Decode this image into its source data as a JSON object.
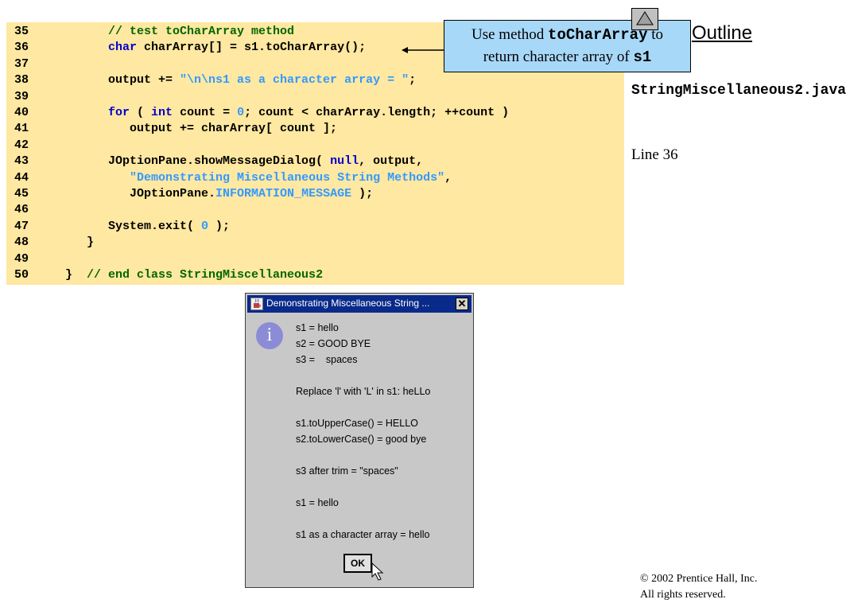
{
  "code": [
    {
      "num": "35",
      "parts": [
        {
          "t": "        "
        },
        {
          "t": "// test toCharArray method",
          "c": "cm"
        }
      ]
    },
    {
      "num": "36",
      "parts": [
        {
          "t": "        "
        },
        {
          "t": "char",
          "c": "kw"
        },
        {
          "t": " charArray[] = s1.toCharArray();"
        }
      ]
    },
    {
      "num": "37",
      "parts": []
    },
    {
      "num": "38",
      "parts": [
        {
          "t": "        output += "
        },
        {
          "t": "\"\\n\\ns1 as a character array = \"",
          "c": "st"
        },
        {
          "t": ";"
        }
      ]
    },
    {
      "num": "39",
      "parts": []
    },
    {
      "num": "40",
      "parts": [
        {
          "t": "        "
        },
        {
          "t": "for",
          "c": "kw"
        },
        {
          "t": " ( "
        },
        {
          "t": "int",
          "c": "kw"
        },
        {
          "t": " count = "
        },
        {
          "t": "0",
          "c": "st"
        },
        {
          "t": "; count < charArray.length; ++count )"
        }
      ]
    },
    {
      "num": "41",
      "parts": [
        {
          "t": "           output += charArray[ count ];"
        }
      ]
    },
    {
      "num": "42",
      "parts": []
    },
    {
      "num": "43",
      "parts": [
        {
          "t": "        JOptionPane.showMessageDialog( "
        },
        {
          "t": "null",
          "c": "kw"
        },
        {
          "t": ", output,"
        }
      ]
    },
    {
      "num": "44",
      "parts": [
        {
          "t": "           "
        },
        {
          "t": "\"Demonstrating Miscellaneous String Methods\"",
          "c": "st"
        },
        {
          "t": ","
        }
      ]
    },
    {
      "num": "45",
      "parts": [
        {
          "t": "           JOptionPane."
        },
        {
          "t": "INFORMATION_MESSAGE",
          "c": "st"
        },
        {
          "t": " );"
        }
      ]
    },
    {
      "num": "46",
      "parts": []
    },
    {
      "num": "47",
      "parts": [
        {
          "t": "        System.exit( "
        },
        {
          "t": "0",
          "c": "st"
        },
        {
          "t": " );"
        }
      ]
    },
    {
      "num": "48",
      "parts": [
        {
          "t": "     }"
        }
      ]
    },
    {
      "num": "49",
      "parts": []
    },
    {
      "num": "50",
      "parts": [
        {
          "t": "  }  "
        },
        {
          "t": "// end class StringMiscellaneous2",
          "c": "cm"
        }
      ]
    }
  ],
  "callout": {
    "prefix": "Use method ",
    "method": "toCharArray",
    "middle": " to",
    "line2": "return character array of ",
    "var": "s1"
  },
  "outline": {
    "label": "Outline",
    "file_name": "StringMiscellaneous2.java",
    "line_ref": "Line 36"
  },
  "copyright": {
    "line1": "© 2002 Prentice Hall, Inc.",
    "line2": "All rights reserved."
  },
  "dialog": {
    "title": "Demonstrating Miscellaneous String ...",
    "close": "✕",
    "info_glyph": "i",
    "lines": [
      "s1 = hello",
      "s2 = GOOD BYE",
      "s3 =    spaces",
      "",
      "Replace 'l' with 'L' in s1: heLLo",
      "",
      "s1.toUpperCase() = HELLO",
      "s2.toLowerCase() = good bye",
      "",
      "s3 after trim = \"spaces\"",
      "",
      "s1 = hello",
      "",
      "s1 as a character array = hello"
    ],
    "ok_label": "OK"
  },
  "colors": {
    "code_background": "#ffe8a1",
    "keyword": "#0000cc",
    "comment": "#006600",
    "string_literal": "#3399ff",
    "callout_background": "#a8d8f8",
    "dialog_titlebar": "#0a2a8a",
    "dialog_background": "#c8c8c8"
  },
  "icons": [
    "up-arrow-icon",
    "java-cup-icon",
    "close-icon",
    "info-icon",
    "pointer-cursor-icon",
    "left-arrow-icon"
  ]
}
